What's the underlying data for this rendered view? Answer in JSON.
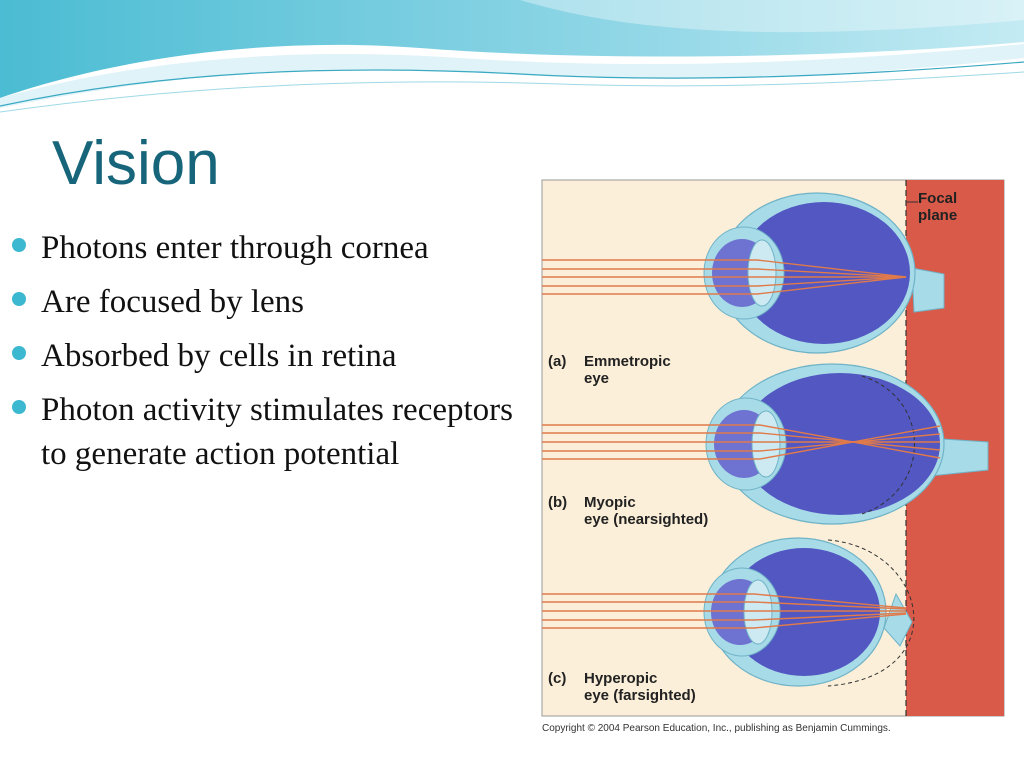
{
  "slide": {
    "title": "Vision",
    "bullets": [
      "Photons enter through cornea",
      "Are focused by lens",
      "Absorbed by cells in retina",
      "Photon activity stimulates receptors to generate action potential"
    ]
  },
  "figure": {
    "focal_label": "Focal\nplane",
    "panels": [
      {
        "letter": "(a)",
        "label": "Emmetropic\neye"
      },
      {
        "letter": "(b)",
        "label": "Myopic\neye (nearsighted)"
      },
      {
        "letter": "(c)",
        "label": "Hyperopic\neye (farsighted)"
      }
    ],
    "copyright": "Copyright © 2004 Pearson Education, Inc., publishing as Benjamin Cummings."
  },
  "colors": {
    "title": "#17657a",
    "bullet": "#3cb8d0",
    "focal_plane": "#d95a48",
    "figure_bg": "#fbefd9",
    "eye_outer": "#a8dbe8",
    "eye_inner": "#5257c2",
    "light_rays": "#e07a4a"
  }
}
